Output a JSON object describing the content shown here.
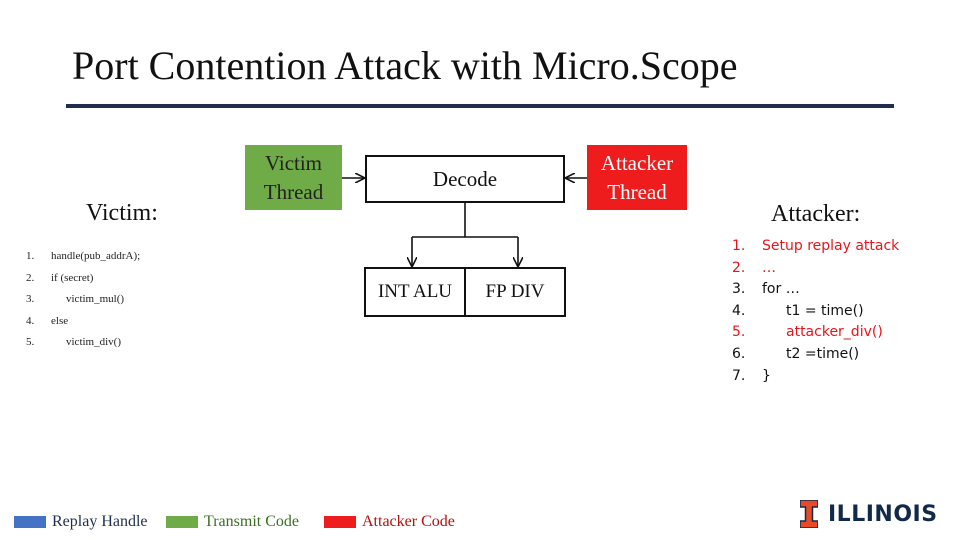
{
  "slide": {
    "title": "Port Contention Attack with Micro.Scope"
  },
  "diagram": {
    "victim_thread": {
      "line1": "Victim",
      "line2": "Thread"
    },
    "attacker_thread": {
      "line1": "Attacker",
      "line2": "Thread"
    },
    "decode": "Decode",
    "int_alu": "INT ALU",
    "fp_div": "FP DIV"
  },
  "victim": {
    "label": "Victim:",
    "lines": [
      {
        "num": "1.",
        "text": "handle(pub_addrA);"
      },
      {
        "num": "2.",
        "text": "if (secret)"
      },
      {
        "num": "3.",
        "text": "victim_mul()"
      },
      {
        "num": "4.",
        "text": "else"
      },
      {
        "num": "5.",
        "text": "victim_div()"
      }
    ]
  },
  "attacker": {
    "label": "Attacker:",
    "lines": [
      {
        "num": "1.",
        "text": "Setup replay attack"
      },
      {
        "num": "2.",
        "text": "…"
      },
      {
        "num": "3.",
        "text": "for …"
      },
      {
        "num": "4.",
        "text": "t1 = time()"
      },
      {
        "num": "5.",
        "text": "attacker_div()"
      },
      {
        "num": "6.",
        "text": "t2 =time()"
      },
      {
        "num": "7.",
        "text": "}"
      }
    ]
  },
  "legend": {
    "items": [
      {
        "label": "Replay Handle",
        "color": "#4472c4"
      },
      {
        "label": "Transmit Code",
        "color": "#6fab46"
      },
      {
        "label": "Attacker Code",
        "color": "#ee1c1c"
      }
    ]
  },
  "logo": {
    "text": "ILLINOIS",
    "color": "#e84a27"
  },
  "colors": {
    "title_rule": "#1f2d4e",
    "victim_thread": "#6fab46",
    "attacker_thread": "#ee1c1c",
    "attacker_highlight": "#e8141c"
  }
}
